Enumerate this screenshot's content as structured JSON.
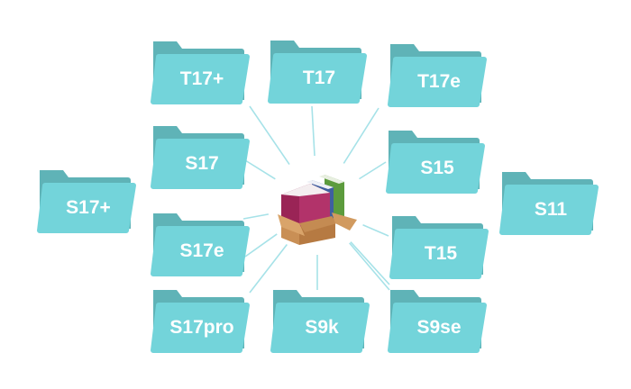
{
  "center": {
    "icon": "archive-books-box-icon"
  },
  "folders": [
    {
      "id": "t17plus",
      "label": "T17+"
    },
    {
      "id": "t17",
      "label": "T17"
    },
    {
      "id": "t17e",
      "label": "T17e"
    },
    {
      "id": "s17",
      "label": "S17"
    },
    {
      "id": "s15",
      "label": "S15"
    },
    {
      "id": "s17plus",
      "label": "S17+"
    },
    {
      "id": "s11",
      "label": "S11"
    },
    {
      "id": "s17e",
      "label": "S17e"
    },
    {
      "id": "t15",
      "label": "T15"
    },
    {
      "id": "s17pro",
      "label": "S17pro"
    },
    {
      "id": "s9k",
      "label": "S9k"
    },
    {
      "id": "s9se",
      "label": "S9se"
    }
  ],
  "colors": {
    "folder_front": "#73d4da",
    "folder_back": "#5fb3b7",
    "line": "#a6e2e8"
  }
}
